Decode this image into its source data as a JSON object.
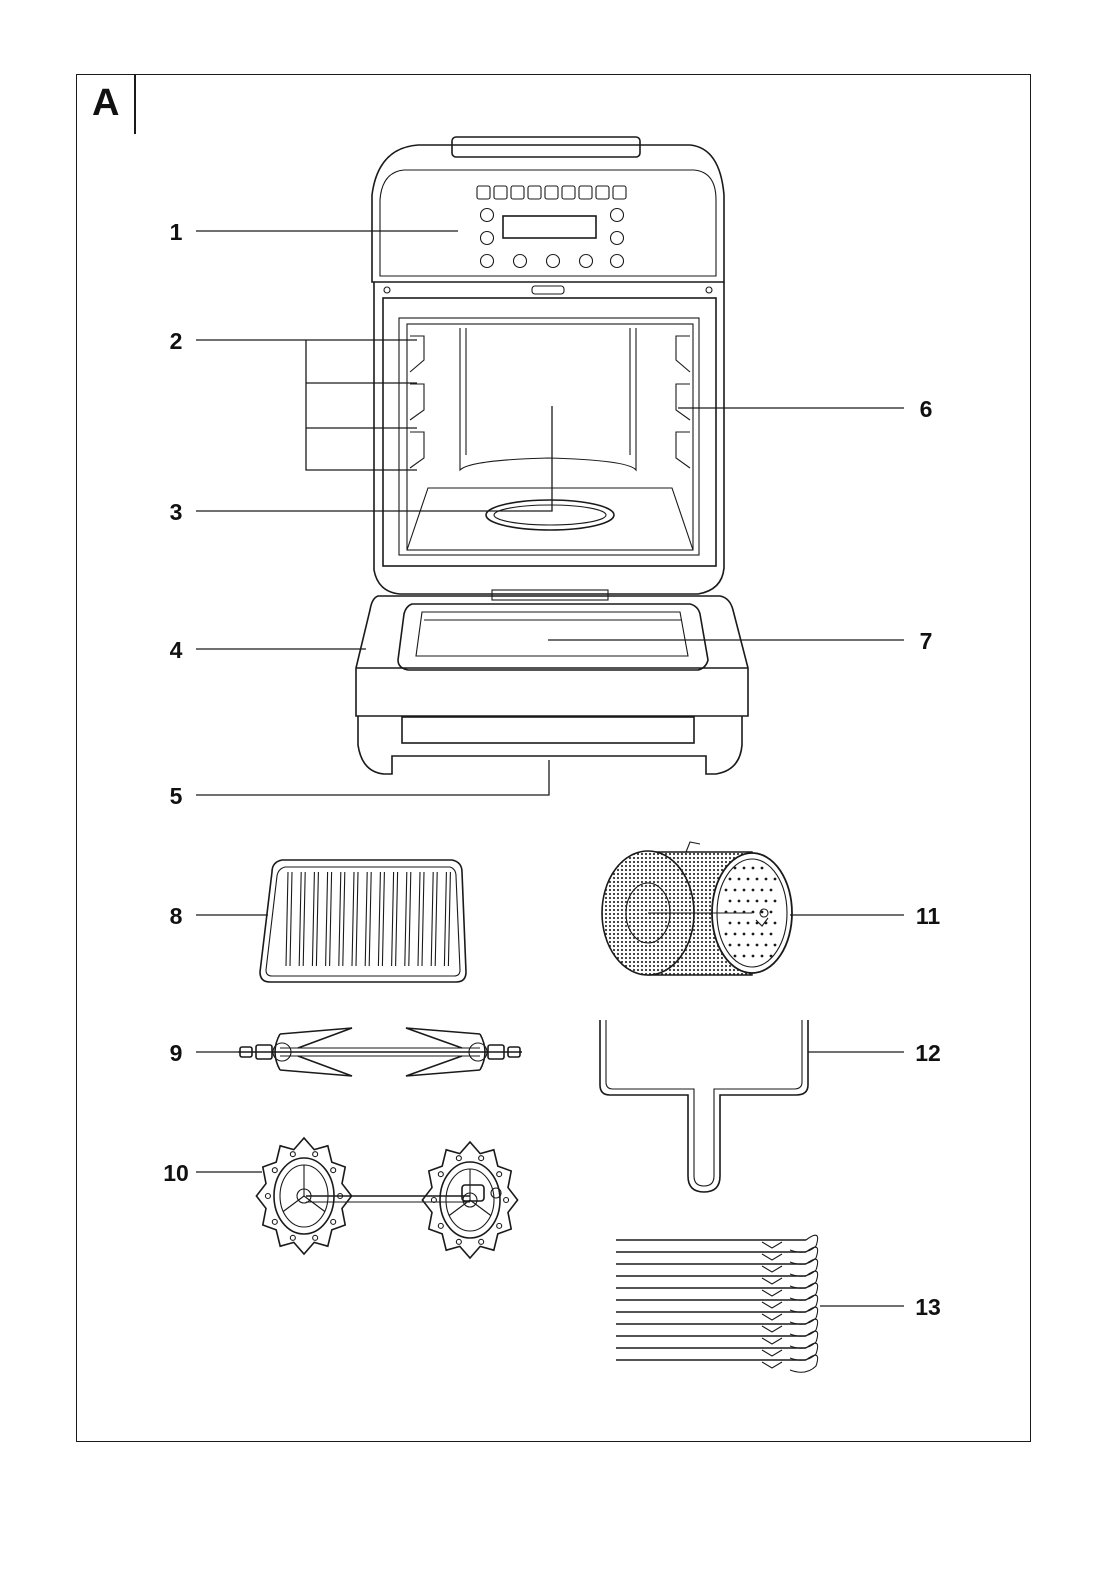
{
  "figure_letter": "A",
  "callouts": [
    "1",
    "2",
    "3",
    "4",
    "5",
    "6",
    "7",
    "8",
    "9",
    "10",
    "11",
    "12",
    "13"
  ],
  "colors": {
    "ink": "#1a1a1a",
    "paper": "#ffffff"
  }
}
